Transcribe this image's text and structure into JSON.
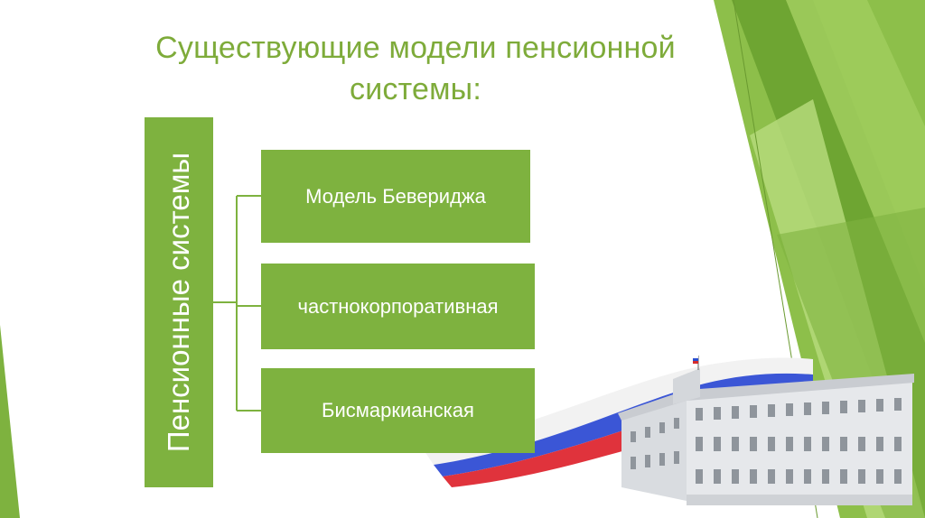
{
  "slide": {
    "title_line1": "Существующие модели пенсионной",
    "title_line2": "системы:",
    "root_label": "Пенсионные системы",
    "models": [
      {
        "label": "Модель Бевериджа"
      },
      {
        "label": "частнокорпоративная"
      },
      {
        "label": "Бисмаркианская"
      }
    ]
  },
  "colors": {
    "accent": "#7eb23f",
    "title": "#7eab3a",
    "text_on_accent": "#ffffff"
  }
}
